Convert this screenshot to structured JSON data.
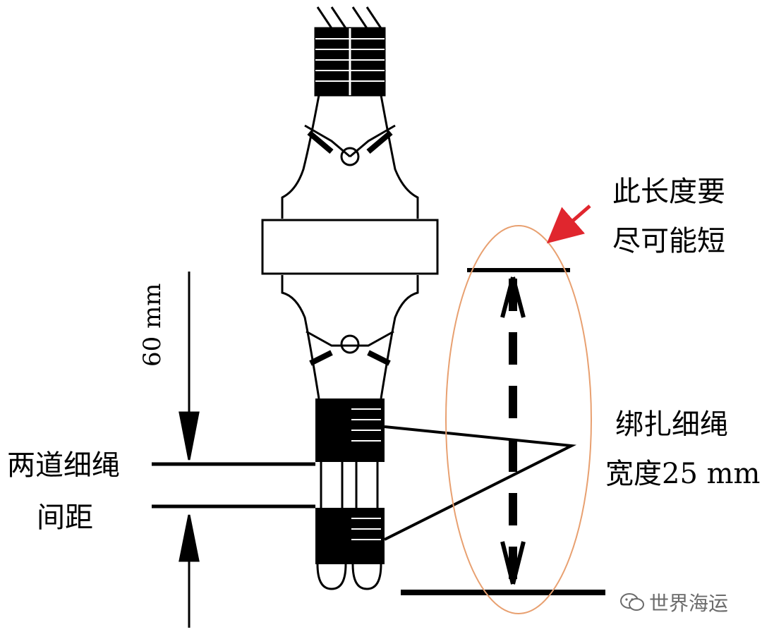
{
  "labels": {
    "note_line1": "此长度要",
    "note_line2": "尽可能短",
    "binding_line1": "绑扎细绳",
    "binding_line2": "宽度25 mm",
    "gap_line1": "两道细绳",
    "gap_line2": "间距",
    "gap_value": "60 mm"
  },
  "watermark": {
    "text": "世界海运",
    "icon": "wechat-icon"
  },
  "colors": {
    "ink": "#000000",
    "highlight_ellipse": "#e8a070",
    "pointer_arrow": "#e0262e",
    "watermark": "#6b6b6b"
  }
}
